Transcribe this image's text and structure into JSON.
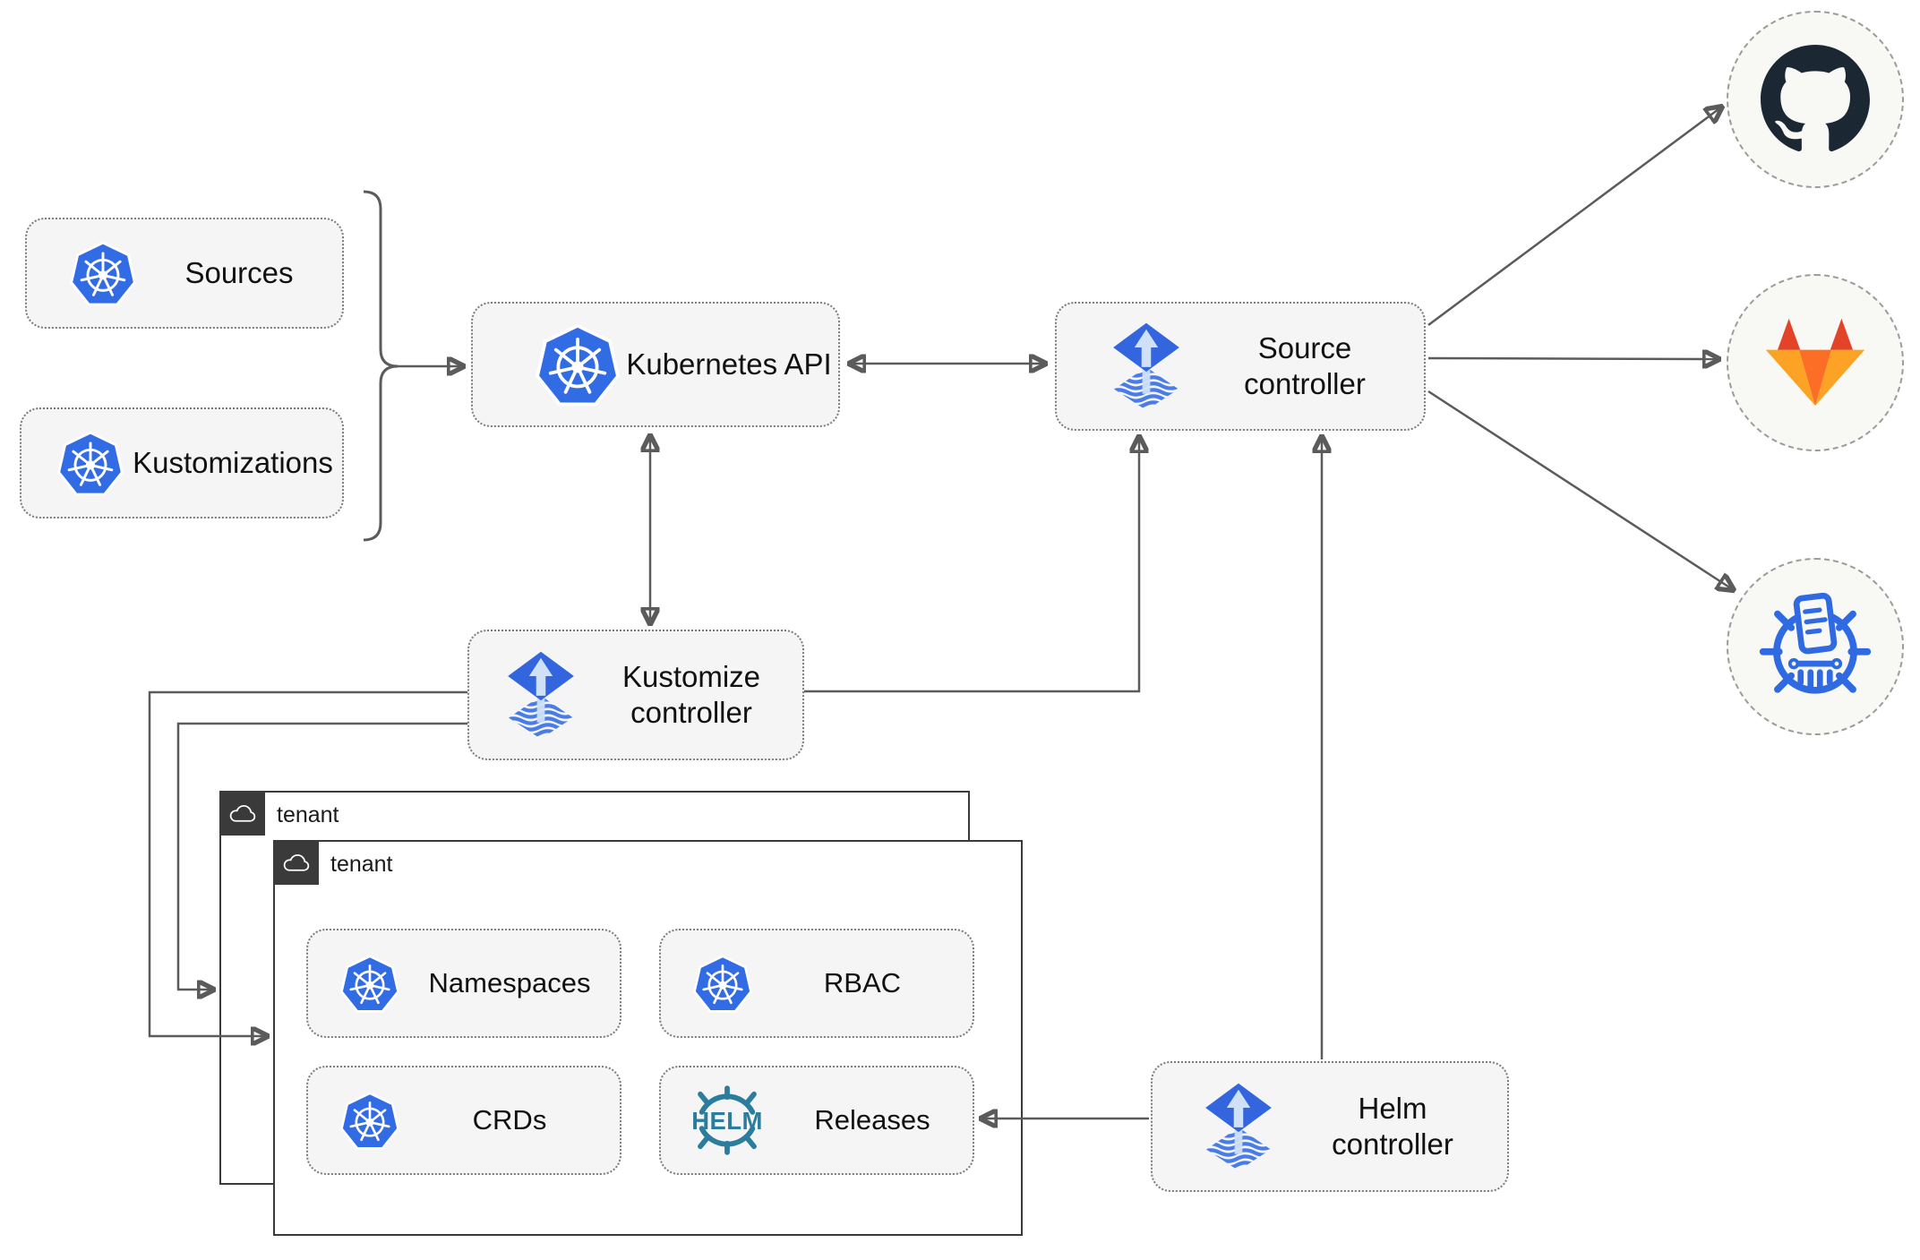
{
  "nodes": {
    "sources": {
      "label": "Sources",
      "icon": "kubernetes"
    },
    "kustomizations": {
      "label": "Kustomizations",
      "icon": "kubernetes"
    },
    "kubernetes_api": {
      "label": "Kubernetes API",
      "icon": "kubernetes"
    },
    "source_controller": {
      "label": "Source controller",
      "icon": "flux"
    },
    "kustomize_controller": {
      "label": "Kustomize controller",
      "icon": "flux"
    },
    "helm_controller": {
      "label": "Helm controller",
      "icon": "flux"
    },
    "namespaces": {
      "label": "Namespaces",
      "icon": "kubernetes"
    },
    "rbac": {
      "label": "RBAC",
      "icon": "kubernetes"
    },
    "crds": {
      "label": "CRDs",
      "icon": "kubernetes"
    },
    "releases": {
      "label": "Releases",
      "icon": "helm",
      "icon_text": "HELM"
    }
  },
  "groups": {
    "tenant_outer": {
      "label": "tenant",
      "icon": "cloud"
    },
    "tenant_inner": {
      "label": "tenant",
      "icon": "cloud"
    }
  },
  "endpoints": {
    "github": {
      "icon": "github"
    },
    "gitlab": {
      "icon": "gitlab"
    },
    "helm_repository": {
      "icon": "chartmuseum"
    }
  },
  "colors": {
    "kubernetes_blue": "#326CE5",
    "flux_blue": "#3365DE",
    "flux_arrow_light": "#CFE0F7",
    "helm_teal": "#2C7D9D",
    "chartmuseum_blue": "#2F6AE3",
    "github_dark": "#1B2834",
    "gitlab_dark_orange": "#E24329",
    "gitlab_mid_orange": "#FC6D26",
    "gitlab_light_orange": "#FCA326",
    "connector_gray": "#5B5B5B",
    "node_fill": "#F5F5F5",
    "tenant_dark": "#3A3A3A"
  }
}
